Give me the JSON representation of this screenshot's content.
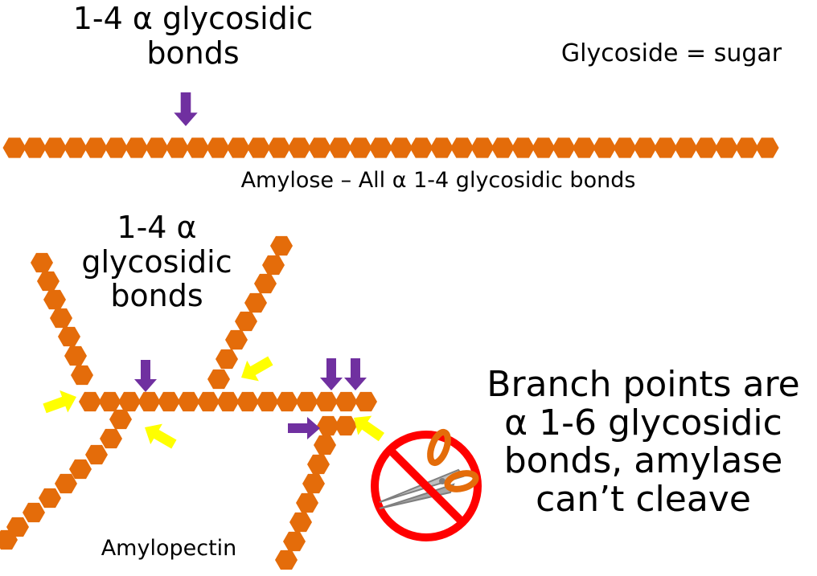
{
  "top_bonds_label": [
    "1-4 α glycosidic",
    "bonds"
  ],
  "glycoside_note": "Glycoside = sugar",
  "amylose_caption": "Amylose – All α 1-4 glycosidic bonds",
  "branch_bonds_label": [
    "1-4 α",
    "glycosidic",
    "bonds"
  ],
  "amylopectin_caption": "Amylopectin",
  "branch_note": [
    "Branch points are",
    "α 1-6 glycosidic",
    "bonds, amylase",
    "can’t cleave"
  ],
  "colors": {
    "glucose_unit": "#e46c0a",
    "bond_arrow": "#7030a0",
    "branch_arrow": "#ffff00",
    "prohibition": "#ff0000",
    "scissors_handle": "#e46c0a",
    "scissors_blade": "#a6a6a6"
  },
  "icons": {
    "glucose_unit": "hexagon-icon",
    "bond_arrow": "arrow-icon",
    "branch_arrow": "arrow-icon",
    "no_scissors": "prohibited-scissors-icon"
  }
}
